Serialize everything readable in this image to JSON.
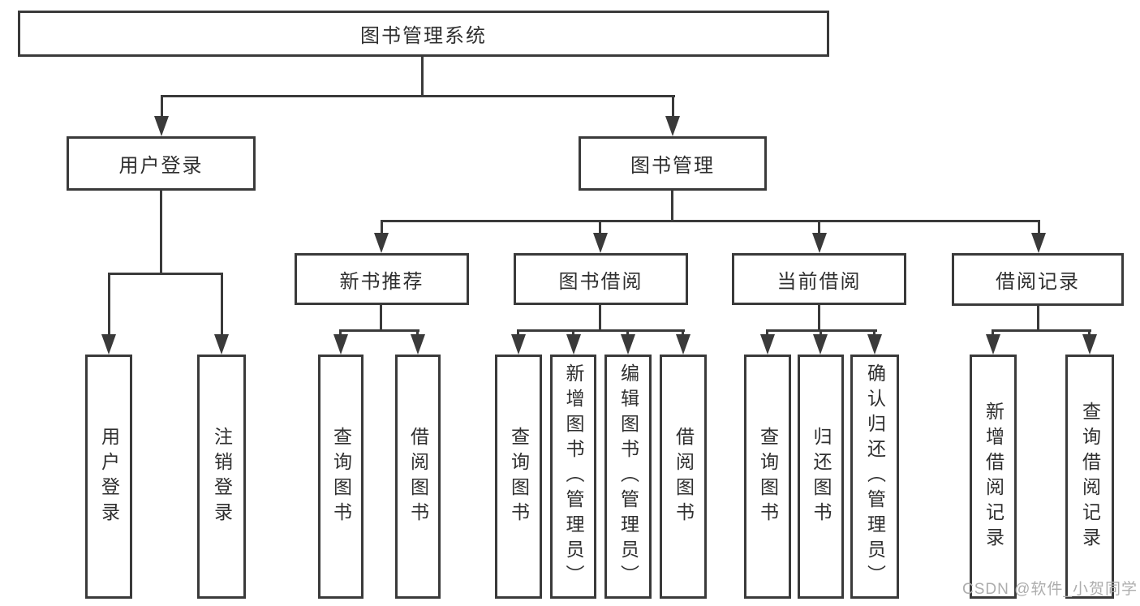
{
  "diagram": {
    "root": {
      "label": "图书管理系统",
      "children": [
        {
          "label": "用户登录",
          "children": [
            {
              "label": "用户登录"
            },
            {
              "label": "注销登录"
            }
          ]
        },
        {
          "label": "图书管理",
          "children": [
            {
              "label": "新书推荐",
              "children": [
                {
                  "label": "查询图书"
                },
                {
                  "label": "借阅图书"
                }
              ]
            },
            {
              "label": "图书借阅",
              "children": [
                {
                  "label": "查询图书"
                },
                {
                  "label": "新增图书（管理员）"
                },
                {
                  "label": "编辑图书（管理员）"
                },
                {
                  "label": "借阅图书"
                }
              ]
            },
            {
              "label": "当前借阅",
              "children": [
                {
                  "label": "查询图书"
                },
                {
                  "label": "归还图书"
                },
                {
                  "label": "确认归还（管理员）"
                }
              ]
            },
            {
              "label": "借阅记录",
              "children": [
                {
                  "label": "新增借阅记录"
                },
                {
                  "label": "查询借阅记录"
                }
              ]
            }
          ]
        }
      ]
    },
    "watermark": "CSDN @软件_小贺同学",
    "colors": {
      "line": "#3a3a3a",
      "text": "#2f2f2f",
      "watermark": "#adadad",
      "background": "#ffffff"
    }
  }
}
